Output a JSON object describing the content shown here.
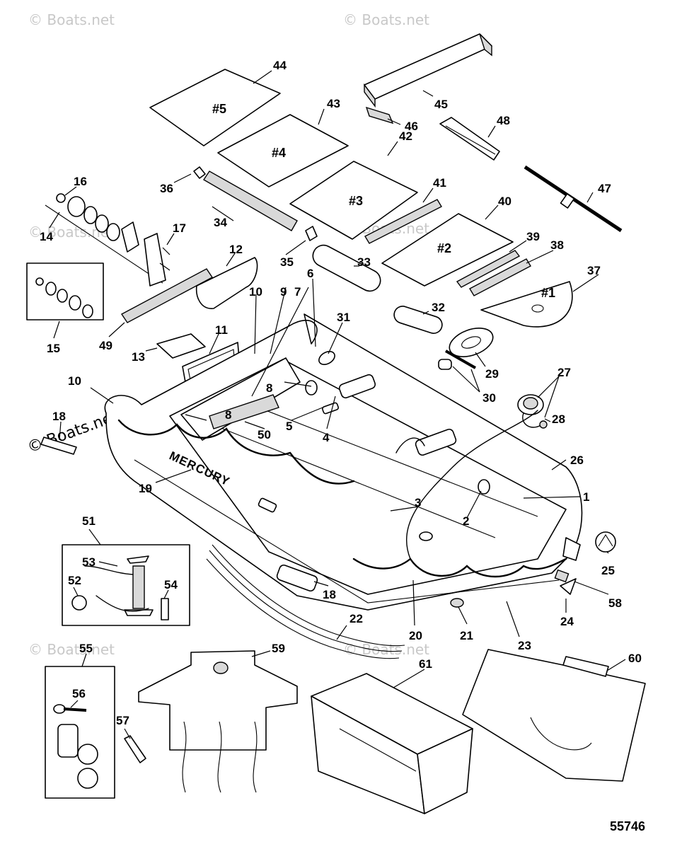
{
  "watermark_text": "© Boats.net",
  "figure_number": "55746",
  "boards": {
    "b5": "#5",
    "b4": "#4",
    "b3": "#3",
    "b2": "#2",
    "b1": "#1"
  },
  "brand_text": "MERCURY",
  "callouts": {
    "c1": "1",
    "c2": "2",
    "c3": "3",
    "c4": "4",
    "c5": "5",
    "c6": "6",
    "c7": "7",
    "c8a": "8",
    "c8b": "8",
    "c9": "9",
    "c10a": "10",
    "c10b": "10",
    "c11": "11",
    "c12": "12",
    "c13": "13",
    "c14": "14",
    "c15": "15",
    "c16": "16",
    "c17": "17",
    "c18a": "18",
    "c18b": "18",
    "c19": "19",
    "c20": "20",
    "c21": "21",
    "c22": "22",
    "c23": "23",
    "c24": "24",
    "c25": "25",
    "c26": "26",
    "c27": "27",
    "c28": "28",
    "c29": "29",
    "c30": "30",
    "c31": "31",
    "c32": "32",
    "c33": "33",
    "c34": "34",
    "c35": "35",
    "c36": "36",
    "c37": "37",
    "c38": "38",
    "c39": "39",
    "c40": "40",
    "c41": "41",
    "c42": "42",
    "c43": "43",
    "c44": "44",
    "c45": "45",
    "c46": "46",
    "c47": "47",
    "c48": "48",
    "c49": "49",
    "c50": "50",
    "c51": "51",
    "c52": "52",
    "c53": "53",
    "c54": "54",
    "c55": "55",
    "c56": "56",
    "c57": "57",
    "c58": "58",
    "c59": "59",
    "c60": "60",
    "c61": "61"
  }
}
